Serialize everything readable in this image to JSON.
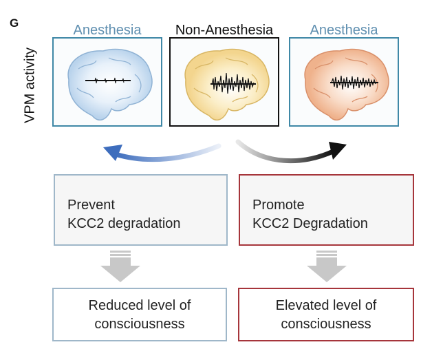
{
  "panel_letter": "G",
  "y_axis_label": "VPM activity",
  "columns": [
    {
      "title": "Anesthesia",
      "color": "#5f8fb0",
      "brain_color": "#b9d3ec",
      "activity": "low"
    },
    {
      "title": "Non-Anesthesia",
      "color": "#111111",
      "brain_color": "#f3d58e",
      "activity": "high"
    },
    {
      "title": "Anesthesia",
      "color": "#5f8fb0",
      "brain_color": "#efb28c",
      "activity": "medium"
    }
  ],
  "boxes": {
    "prevent": {
      "line1": "Prevent",
      "line2": "KCC2 degradation"
    },
    "promote": {
      "line1": "Promote",
      "line2": "KCC2 Degradation"
    },
    "reduced": {
      "line1": "Reduced level of",
      "line2": "consciousness"
    },
    "elevated": {
      "line1": "Elevated level of",
      "line2": "consciousness"
    }
  },
  "colors": {
    "left_arrow": "#3d6dbd",
    "right_arrow": "#111111",
    "down_arrow": "#c8c8c8"
  }
}
